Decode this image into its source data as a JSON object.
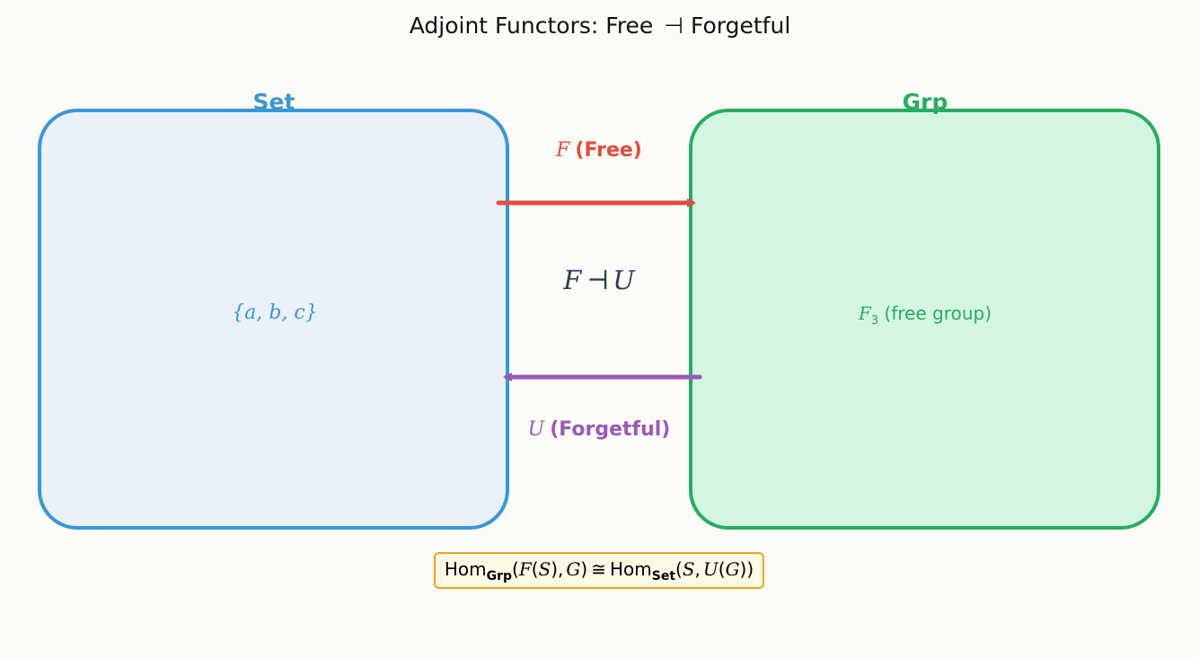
{
  "title": {
    "prefix": "Adjoint Functors: Free ",
    "symbol": "⊣",
    "suffix": " Forgetful"
  },
  "categories": {
    "left": {
      "name": "Set",
      "content": "{a, b, c}",
      "stroke": "#3a97d6",
      "fill": "#eaf1f9"
    },
    "right": {
      "name": "Grp",
      "content_symbol": "F",
      "content_subscript": "3",
      "content_suffix": " (free group)",
      "stroke": "#27ad60",
      "fill": "#d5f5e3"
    }
  },
  "functors": {
    "free": {
      "symbol": "F",
      "label": "(Free)",
      "color": "#e24c3c"
    },
    "forgetful": {
      "symbol": "U",
      "label": "(Forgetful)",
      "color": "#9a59b6"
    }
  },
  "adjunction": {
    "left": "F",
    "symbol": "⊣",
    "right": "U",
    "color": "#2c3e50"
  },
  "hom_iso": {
    "hom1": "Hom",
    "sub1": "Grp",
    "arg1_open": "(",
    "arg1_f": "F",
    "arg1_paren_open": "(",
    "arg1_s": "S",
    "arg1_paren_close": "),",
    "arg1_g": "G",
    "arg1_close": ")",
    "iso": "≅",
    "hom2": "Hom",
    "sub2": "Set",
    "arg2_open": "(",
    "arg2_s": "S",
    "arg2_comma": ",",
    "arg2_u": "U",
    "arg2_paren_open": "(",
    "arg2_g": "G",
    "arg2_close": "))",
    "box_stroke": "#f0a31a",
    "box_fill": "#fef8e6"
  }
}
